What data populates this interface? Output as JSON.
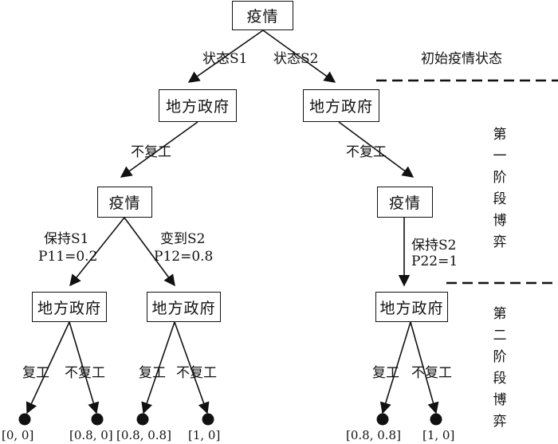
{
  "nodes": {
    "root": "疫情",
    "gov_s1": "地方政府",
    "gov_s2": "地方政府",
    "epi_l": "疫情",
    "epi_r": "疫情",
    "gov_l1": "地方政府",
    "gov_l2": "地方政府",
    "gov_r": "地方政府"
  },
  "edges": {
    "state_s1": "状态S1",
    "state_s2": "状态S2",
    "no_resume_l": "不复工",
    "no_resume_r": "不复工",
    "keep_s1": "保持S1",
    "p11": "P11=0.2",
    "to_s2": "变到S2",
    "p12": "P12=0.8",
    "keep_s2": "保持S2",
    "p22": "P22=1",
    "resume": "复工",
    "no_resume": "不复工"
  },
  "side": {
    "initial_state": "初始疫情状态",
    "stage1": [
      "第",
      "一",
      "阶",
      "段",
      "博",
      "弈"
    ],
    "stage2": [
      "第",
      "二",
      "阶",
      "段",
      "博",
      "弈"
    ]
  },
  "payoffs": [
    "[0, 0]",
    "[0.8, 0]",
    "[0.8, 0.8]",
    "[1, 0]",
    "[0.8, 0.8]",
    "[1, 0]"
  ]
}
